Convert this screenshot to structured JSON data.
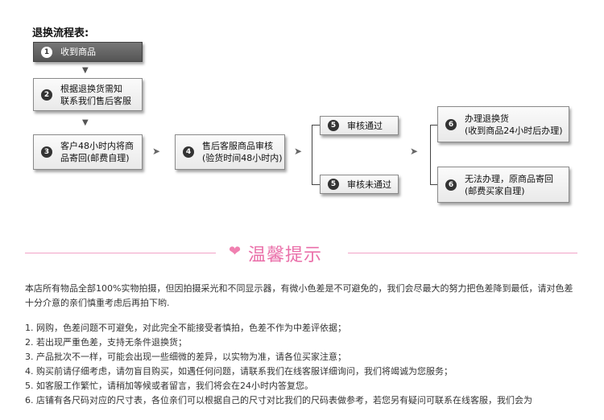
{
  "flow": {
    "title": "退换流程表:",
    "steps": [
      {
        "num": "1",
        "text": "收到商品"
      },
      {
        "num": "2",
        "text": "根据退换货需知\n联系我们售后客服"
      },
      {
        "num": "3",
        "text": "客户48小时内将商\n品寄回(邮费自理)"
      },
      {
        "num": "4",
        "text": "售后客服商品审核\n(验货时间48小时内)"
      },
      {
        "num": "5",
        "text": "审核通过"
      },
      {
        "num": "5",
        "text": "审核未通过"
      },
      {
        "num": "6",
        "text": "办理退换货\n(收到商品24小时后办理)"
      },
      {
        "num": "6",
        "text": "无法办理，原商品寄回\n(邮费买家自理)"
      }
    ],
    "arrow_down": "▼",
    "arrow_right": "➤"
  },
  "tips": {
    "heart": "❤",
    "title": "温馨提示",
    "intro": "本店所有物品全部100%实物拍摄，但因拍摄采光和不同显示器，有微小色差是不可避免的，我们会尽最大的努力把色差降到最低，请对色差十分介意的亲们慎重考虑后再拍下哟.",
    "items": [
      "1. 网购，色差问题不可避免，对此完全不能接受者慎拍，色差不作为中差评依据；",
      "2. 若出现严重色差，支持无条件退换货；",
      "3. 产品批次不一样，可能会出现一些细微的差异，以实物为准，请各位买家注意；",
      "4. 购买前请仔细考虑，请勿盲目购买，如遇任何问题，请联系我们在线客服详细询问，我们将竭诚为您服务；",
      "5. 如客服工作繁忙，请稍加等候或者留言，我们将会在24小时内答复您。",
      "6. 店铺有各尺码对应的尺寸表，各位亲们可以根据自己的尺寸对比我们的尺码表做参考，若您另有疑问可联系在线客服，我们会为"
    ]
  }
}
